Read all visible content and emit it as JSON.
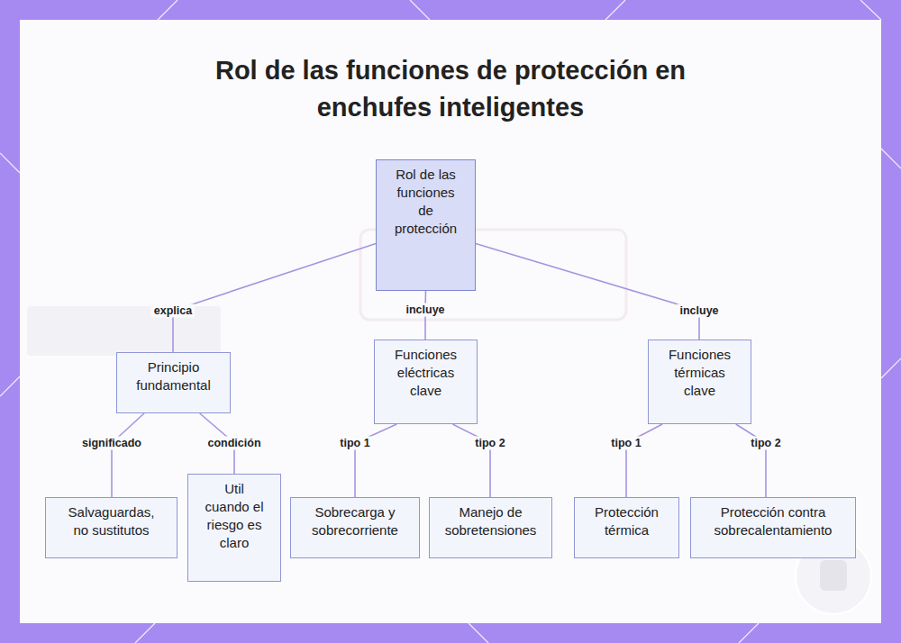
{
  "diagram": {
    "title": "Rol de las funciones de protección en enchufes inteligentes",
    "nodes": [
      {
        "text": [
          "Rol de las funciones de protección"
        ]
      },
      {
        "text": [
          "Principio fundamental"
        ]
      },
      {
        "text": [
          "Funciones eléctricas clave"
        ]
      },
      {
        "text": [
          "Funciones térmicas clave"
        ]
      },
      {
        "text": [
          "Salvaguardas, no sustitutos"
        ]
      },
      {
        "text": [
          "Util cuando el riesgo es claro"
        ]
      },
      {
        "text": [
          "Sobrecarga y sobrecorriente"
        ]
      },
      {
        "text": [
          "Manejo de sobretensiones"
        ]
      },
      {
        "text": [
          "Protección térmica"
        ]
      },
      {
        "text": [
          "Protección contra sobrecalentamiento"
        ]
      }
    ],
    "edges": [
      {
        "from": 0,
        "to": 1,
        "label": "explica",
        "arrow": "none"
      },
      {
        "from": 0,
        "to": 2,
        "label": "incluye",
        "arrow": "none"
      },
      {
        "from": 0,
        "to": 3,
        "label": "incluye",
        "arrow": "none"
      },
      {
        "from": 1,
        "to": 4,
        "label": "significado",
        "arrow": "none"
      },
      {
        "from": 1,
        "to": 5,
        "label": "condición",
        "arrow": "none"
      },
      {
        "from": 2,
        "to": 6,
        "label": "tipo 1",
        "arrow": "none"
      },
      {
        "from": 2,
        "to": 7,
        "label": "tipo 2",
        "arrow": "none"
      },
      {
        "from": 3,
        "to": 8,
        "label": "tipo 1",
        "arrow": "none"
      },
      {
        "from": 3,
        "to": 9,
        "label": "tipo 2",
        "arrow": "none"
      }
    ]
  }
}
